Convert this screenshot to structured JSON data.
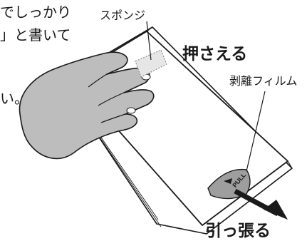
{
  "text_fragments": {
    "top_line": "でしっかり",
    "mid_line": "」と書いて",
    "low_line": "い。"
  },
  "labels": {
    "sponge": "スポンジ",
    "press": "押さえる",
    "release_film": "剥離フィルム",
    "pull": "引っ張る",
    "tab_text": "PULL"
  },
  "colors": {
    "line": "#1a1a1a",
    "hand": "#bdbdbd",
    "tab": "#9e9e9e",
    "sponge": "#8a8a8a"
  }
}
